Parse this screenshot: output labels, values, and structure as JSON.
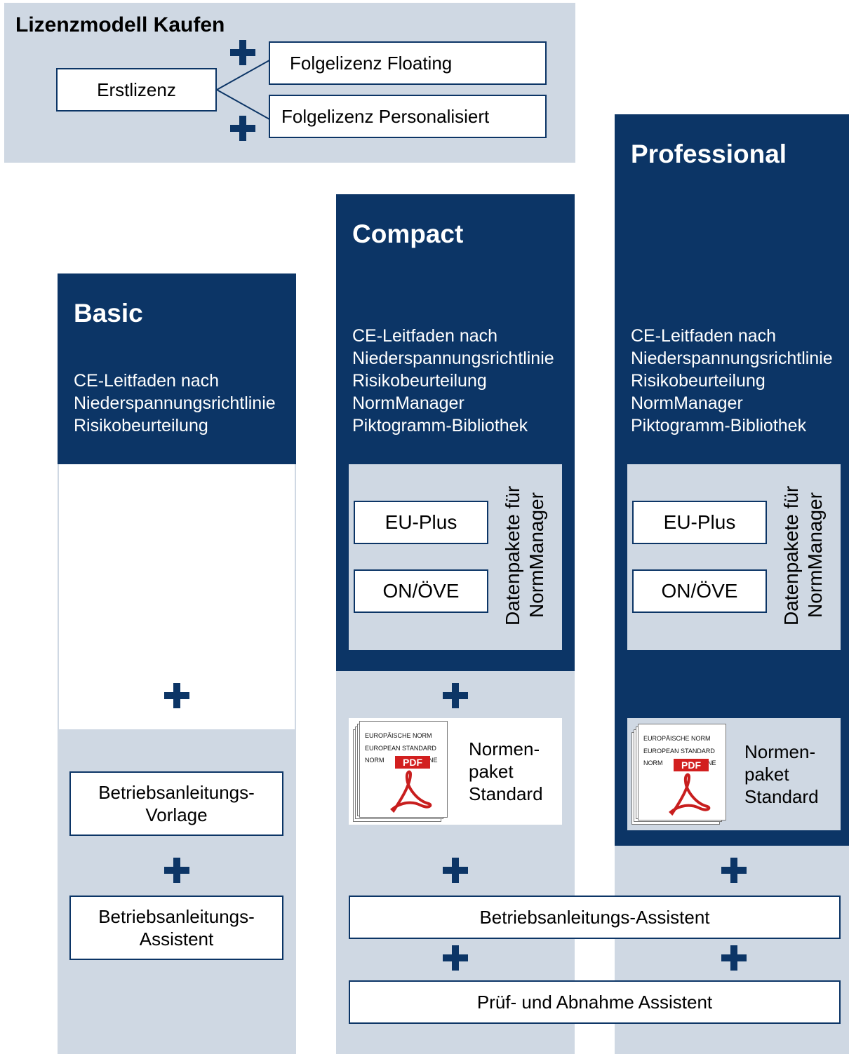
{
  "license_model": {
    "heading": "Lizenzmodell Kaufen",
    "erstlizenz": "Erstlizenz",
    "folge_floating": "Folgelizenz Floating",
    "folge_personalisiert": "Folgelizenz Personalisiert"
  },
  "basic": {
    "title": "Basic",
    "features": "CE-Leitfaden nach\nNiederspannungsrichtlinie\nRisikobeurteilung",
    "betriebsanleitungs_vorlage": "Betriebsanleitungs-\nVorlage",
    "betriebsanleitungs_assistent": "Betriebsanleitungs-\nAssistent"
  },
  "compact": {
    "title": "Compact",
    "features": "CE-Leitfaden nach\nNiederspannungsrichtlinie\nRisikobeurteilung\nNormManager\nPiktogramm-Bibliothek",
    "eu_plus": "EU-Plus",
    "on_oeve": "ON/ÖVE",
    "datenpakete": "Datenpakete für\nNormManager",
    "normenpaket": "Normen-\npaket\nStandard"
  },
  "professional": {
    "title": "Professional",
    "features": "CE-Leitfaden nach\nNiederspannungsrichtlinie\nRisikobeurteilung\nNormManager\nPiktogramm-Bibliothek",
    "eu_plus": "EU-Plus",
    "on_oeve": "ON/ÖVE",
    "datenpakete": "Datenpakete für\nNormManager",
    "normenpaket": "Normen-\npaket\nStandard"
  },
  "shared": {
    "betriebsanleitungs_assistent": "Betriebsanleitungs-Assistent",
    "pruef_abnahme": "Prüf- und Abnahme Assistent"
  },
  "pdf_icon": {
    "line1": "EUROPÄISCHE NORM",
    "line2": "EUROPEAN STANDARD",
    "line3": "NORM",
    "line3b": "NE",
    "badge": "PDF"
  },
  "colors": {
    "navy": "#0c3566",
    "light_grey": "#cfd8e3",
    "pdf_red": "#d21f1f"
  },
  "icons": [
    "plus-icon",
    "pdf-document-icon"
  ]
}
